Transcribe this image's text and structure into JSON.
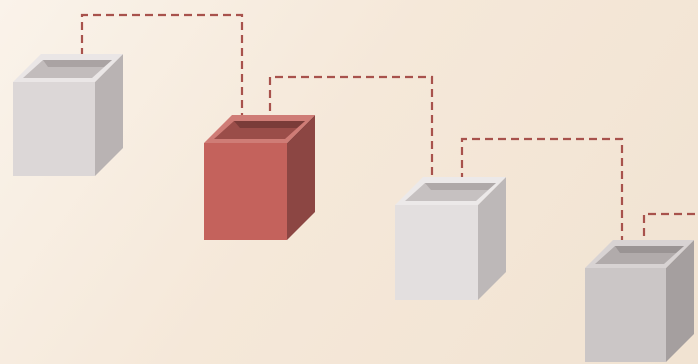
{
  "colors": {
    "background": "#f5e9db",
    "connector": "#a8524c",
    "box_highlight": "#c4625c",
    "box_neutral": "#d9d4d4"
  },
  "boxes": [
    {
      "name": "box-1",
      "highlighted": false
    },
    {
      "name": "box-2",
      "highlighted": true
    },
    {
      "name": "box-3",
      "highlighted": false
    },
    {
      "name": "box-4",
      "highlighted": false
    }
  ],
  "connectors": [
    {
      "from": "box-1",
      "to": "box-2",
      "style": "dashed"
    },
    {
      "from": "box-2",
      "to": "box-3",
      "style": "dashed"
    },
    {
      "from": "box-3",
      "to": "box-4",
      "style": "dashed"
    },
    {
      "from": "box-4",
      "to": "off-canvas",
      "style": "dashed"
    }
  ]
}
